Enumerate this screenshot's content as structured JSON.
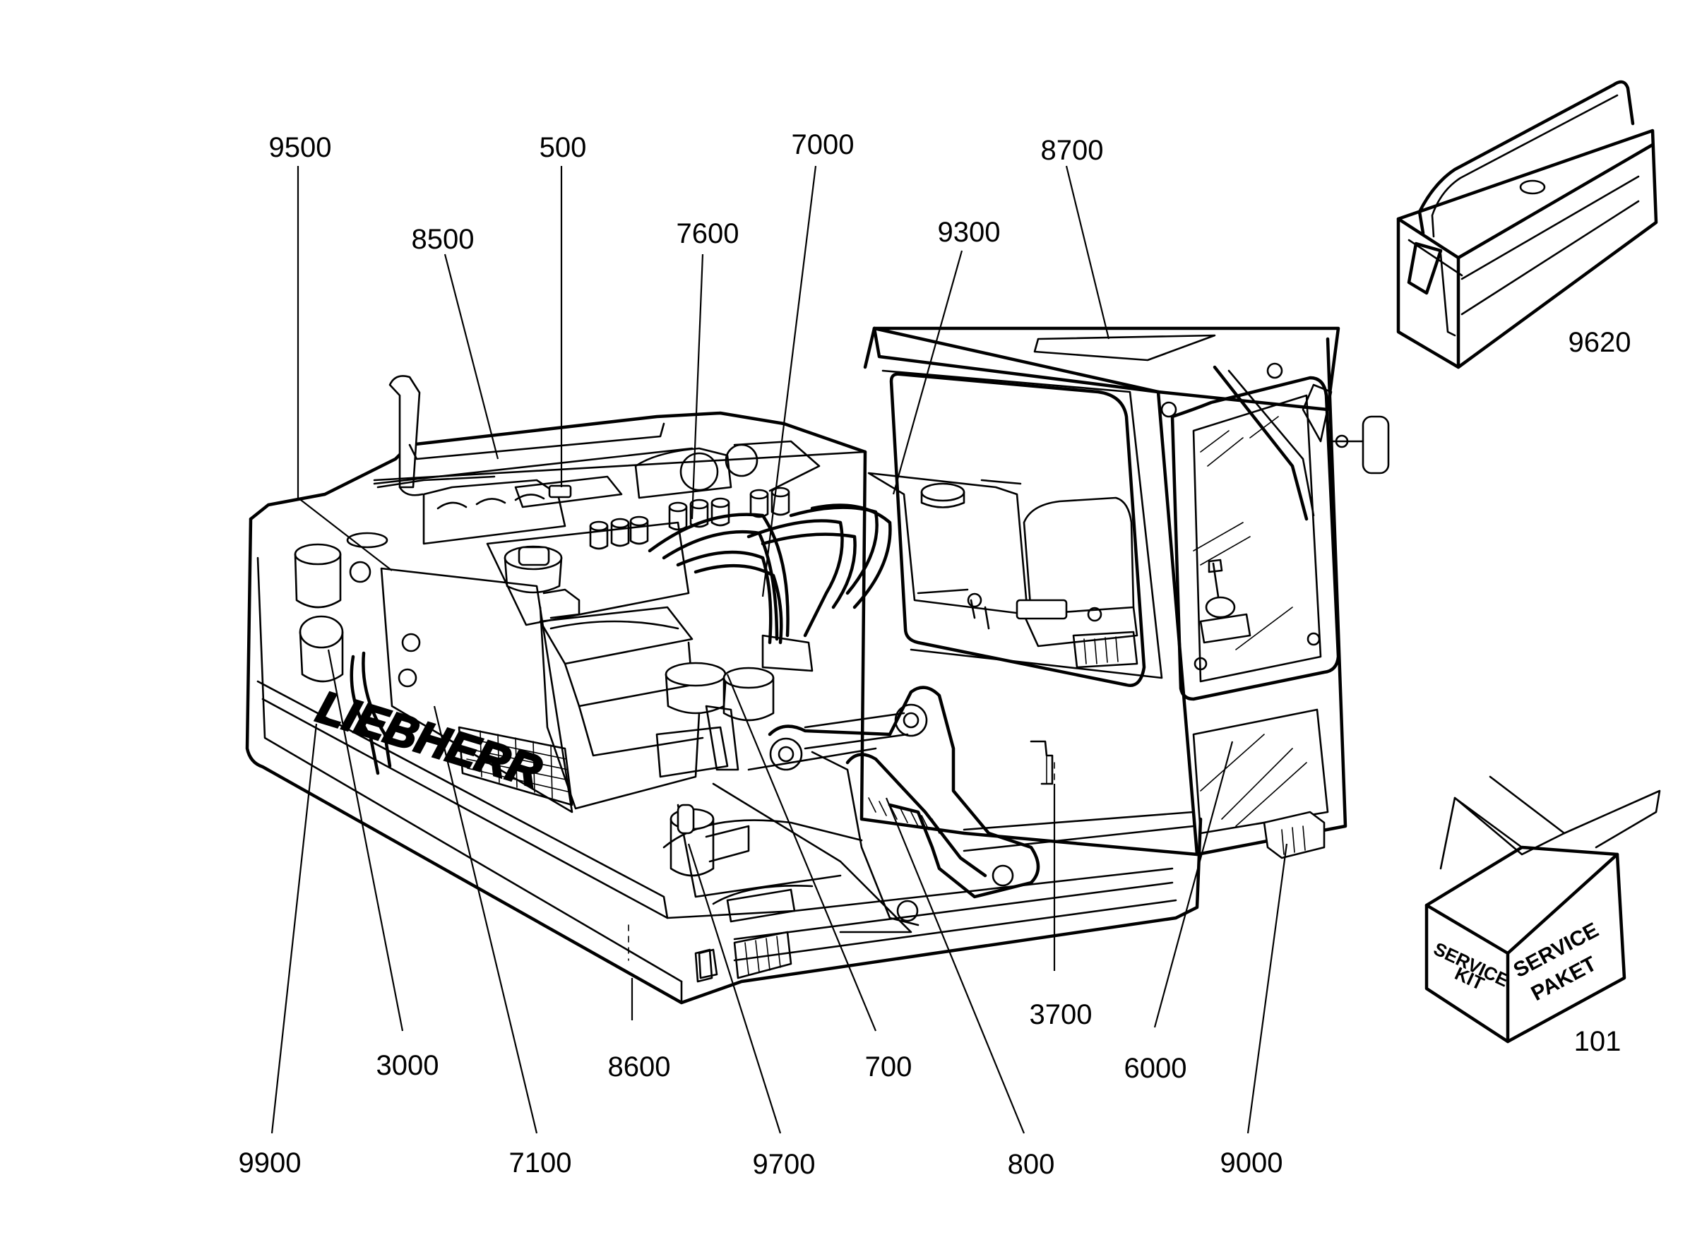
{
  "callouts": [
    {
      "id": "9500",
      "label": "9500"
    },
    {
      "id": "500",
      "label": "500"
    },
    {
      "id": "7000",
      "label": "7000"
    },
    {
      "id": "8700",
      "label": "8700"
    },
    {
      "id": "8500",
      "label": "8500"
    },
    {
      "id": "7600",
      "label": "7600"
    },
    {
      "id": "9300",
      "label": "9300"
    },
    {
      "id": "9620",
      "label": "9620"
    },
    {
      "id": "3700",
      "label": "3700"
    },
    {
      "id": "101",
      "label": "101"
    },
    {
      "id": "3000",
      "label": "3000"
    },
    {
      "id": "8600",
      "label": "8600"
    },
    {
      "id": "700",
      "label": "700"
    },
    {
      "id": "6000",
      "label": "6000"
    },
    {
      "id": "9900",
      "label": "9900"
    },
    {
      "id": "7100",
      "label": "7100"
    },
    {
      "id": "9700",
      "label": "9700"
    },
    {
      "id": "800",
      "label": "800"
    },
    {
      "id": "9000",
      "label": "9000"
    }
  ],
  "machine": {
    "brand_lettering": "LIEBHERR"
  },
  "service_box": {
    "side_text": [
      "SERVICE",
      "KIT"
    ],
    "top_text": [
      "SERVICE",
      "PAKET"
    ]
  },
  "colors": {
    "line": "#000000",
    "background": "#ffffff"
  }
}
